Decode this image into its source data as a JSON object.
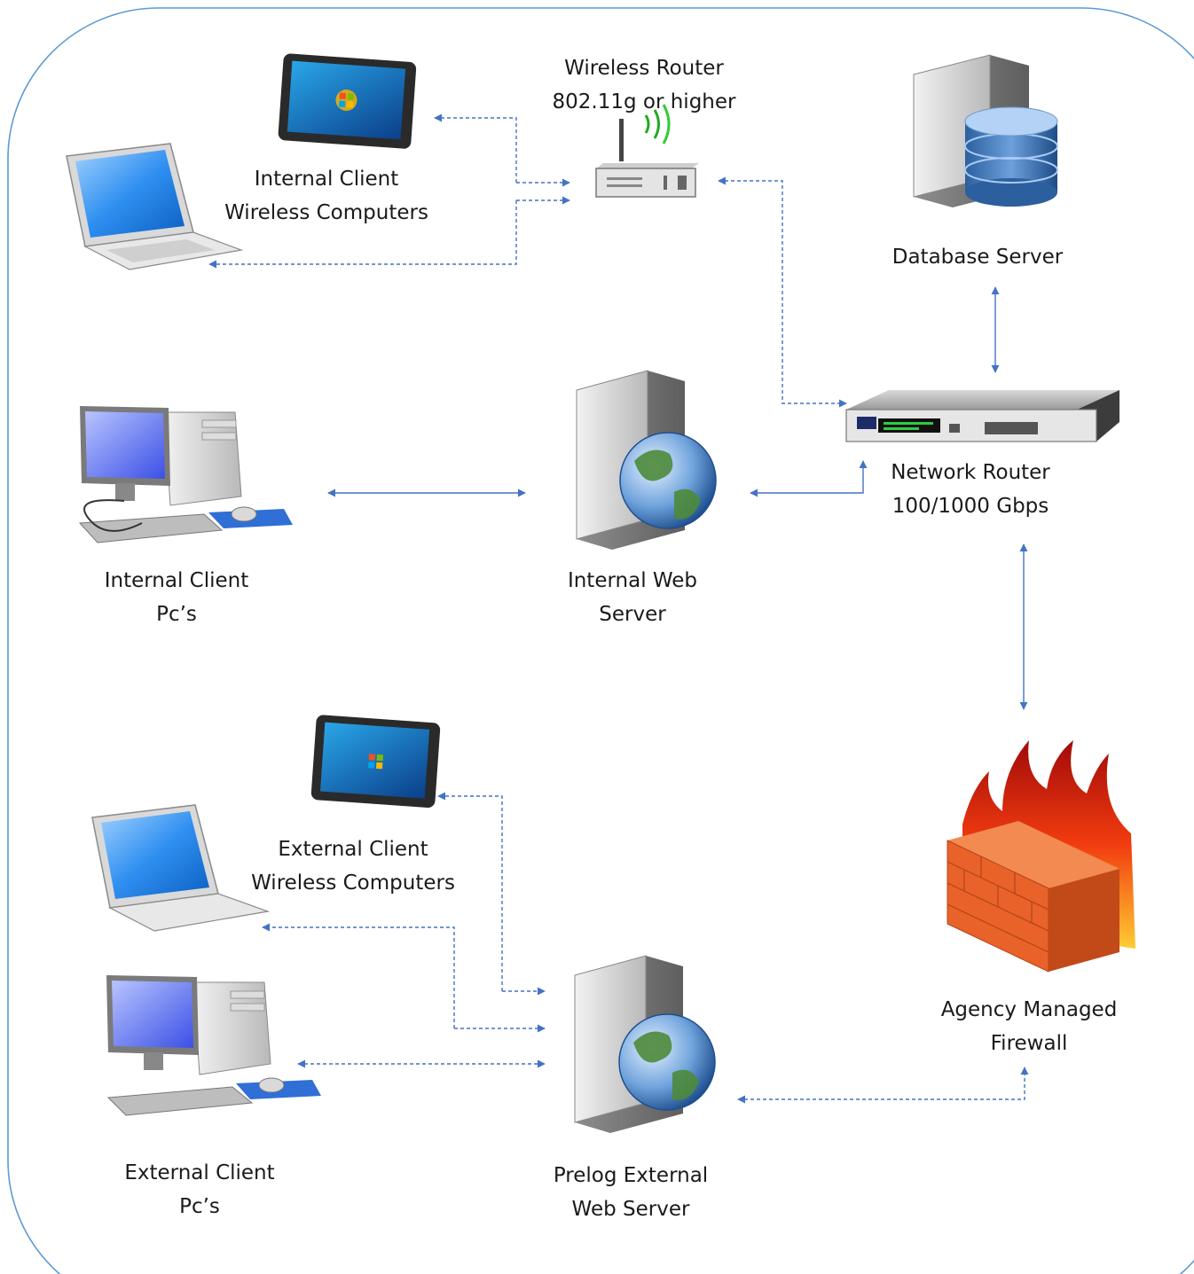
{
  "diagram": {
    "colors": {
      "frame": "#5b9bd5",
      "connector": "#4472c4",
      "text": "#1a1a1a"
    },
    "nodes": {
      "wireless_router": {
        "line1": "Wireless Router",
        "line2": "802.11g or higher",
        "icon": "wifi-router-icon"
      },
      "internal_wireless": {
        "line1": "Internal Client",
        "line2": "Wireless Computers",
        "icon": "tablet-laptop-icon"
      },
      "database_server": {
        "line1": "Database Server",
        "icon": "database-server-icon"
      },
      "internal_pcs": {
        "line1": "Internal Client",
        "line2": "Pc’s",
        "icon": "desktop-pc-icon"
      },
      "internal_web": {
        "line1": "Internal Web",
        "line2": "Server",
        "icon": "web-server-icon"
      },
      "network_router": {
        "line1": "Network Router",
        "line2": "100/1000 Gbps",
        "icon": "network-switch-icon"
      },
      "external_wireless": {
        "line1": "External Client",
        "line2": "Wireless Computers",
        "icon": "tablet-laptop-icon"
      },
      "firewall": {
        "line1": "Agency Managed",
        "line2": "Firewall",
        "icon": "firewall-icon"
      },
      "external_pcs": {
        "line1": "External Client",
        "line2": "Pc’s",
        "icon": "desktop-pc-icon"
      },
      "prelog_web": {
        "line1": "Prelog External",
        "line2": "Web Server",
        "icon": "web-server-icon"
      }
    },
    "connections": [
      {
        "from": "wireless_router",
        "to": "internal_wireless",
        "style": "dashed"
      },
      {
        "from": "network_router",
        "to": "wireless_router",
        "style": "dashed"
      },
      {
        "from": "database_server",
        "to": "network_router",
        "style": "solid"
      },
      {
        "from": "internal_pcs",
        "to": "internal_web",
        "style": "solid"
      },
      {
        "from": "internal_web",
        "to": "network_router",
        "style": "solid"
      },
      {
        "from": "network_router",
        "to": "firewall",
        "style": "solid"
      },
      {
        "from": "prelog_web",
        "to": "external_wireless",
        "style": "dashed"
      },
      {
        "from": "prelog_web",
        "to": "external_pcs",
        "style": "dashed"
      },
      {
        "from": "firewall",
        "to": "prelog_web",
        "style": "dashed"
      }
    ]
  }
}
